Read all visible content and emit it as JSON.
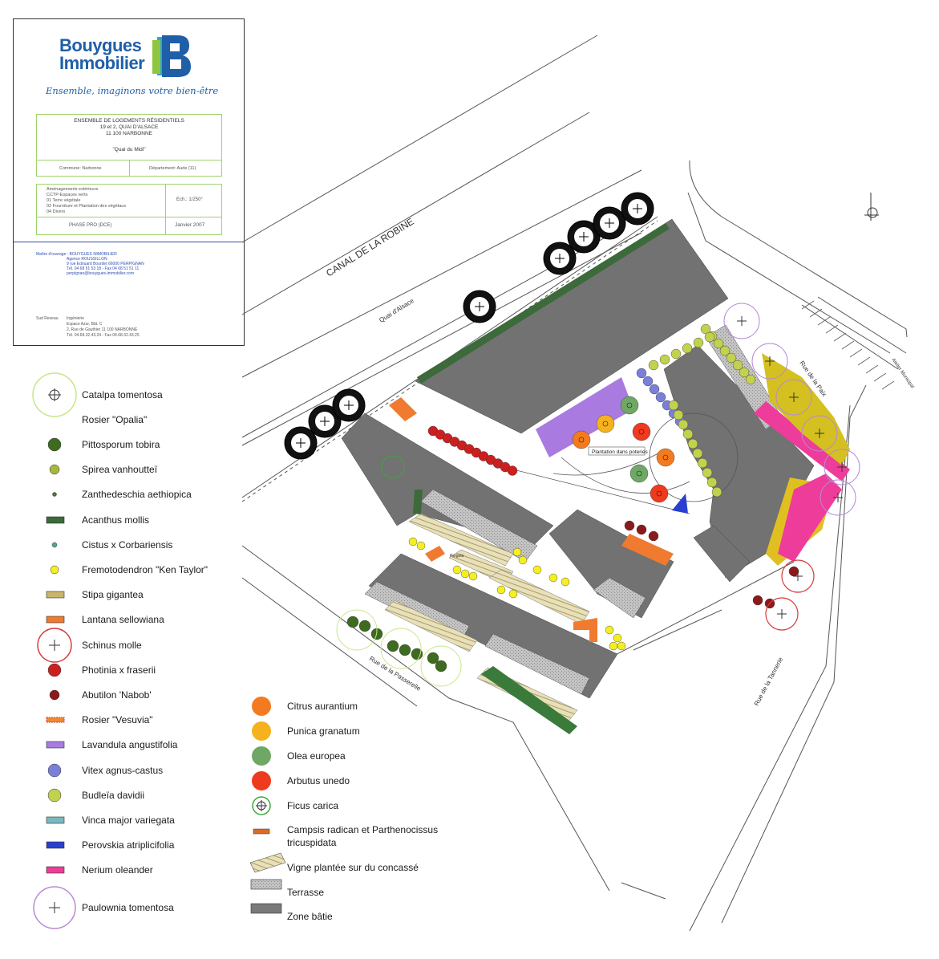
{
  "title_block": {
    "logo_line1": "Bouygues",
    "logo_line2": "Immobilier",
    "logo_mark": "B",
    "tagline": "Ensemble, imaginons votre bien-être",
    "project_lines": [
      "ENSEMBLE DE LOGEMENTS RÉSIDENTIELS",
      "19 et 2, QUAI D'ALSACE",
      "11 100 NARBONNE",
      "",
      "\"Quai du Midi\""
    ],
    "commune": "Commune: Narbonne",
    "departement": "Département: Aude (11)",
    "scope_lines": [
      "Aménagements extérieurs",
      "CCTP-Espaces verts",
      "01 Terre végétale",
      "02 Fourniture et Plantation des végétaux",
      "04 Divers"
    ],
    "scale": "Ech.: 1/250°",
    "phase": "PHASE PRO (DCE)",
    "date": "Janvier 2007",
    "moa_lines": [
      "Maître d'ouvrage : BOUYGUES IMMOBILIER",
      "Agence ROUSSILLON",
      "9 rue Edouard Bourdet  66000 PERPIGNAN",
      "Tél. 04 68 51 53 18  -  Fax 04 68 51 51 11",
      "perpignan@bouygues-immobilier.com"
    ],
    "be_label": "Sud Reseau",
    "be_lines": [
      "Ingénierie",
      "Espace Azur, Bât. C",
      "2, Rue de Gauthier  11 100 NARBONNE",
      "Tél. 04.68.32.43.24  -  Fax 04.68.32.43.25"
    ]
  },
  "map_labels": {
    "canal": "CANAL DE LA ROBINE",
    "quai": "Quai d'Alsace",
    "rue_paix": "Rue de la Paix",
    "rue_passerelle": "Rue de la Passerelle",
    "rue_tannerie": "Rue de la Tannerie",
    "atelier": "Atelier Municipal",
    "plantation_pots": "Plantation dans poteries",
    "pergola": "Pergola"
  },
  "legend_left": [
    {
      "label": "Catalpa tomentosa",
      "icon": "catalpa-icon",
      "color": "#c8e68a"
    },
    {
      "label": "Rosier \"Opalia\"",
      "icon": "none",
      "color": ""
    },
    {
      "label": "Pittosporum tobira",
      "icon": "dark-green-dot-icon",
      "color": "#3d6b1f"
    },
    {
      "label": "Spirea vanhoutteï",
      "icon": "olive-dot-icon",
      "color": "#a8b83a"
    },
    {
      "label": "Zanthedeschia aethiopica",
      "icon": "small-green-dot-icon",
      "color": "#4a7d22"
    },
    {
      "label": "Acanthus mollis",
      "icon": "dark-green-bar-icon",
      "color": "#3c6a3a"
    },
    {
      "label": "Cistus x Corbariensis",
      "icon": "teal-dot-icon",
      "color": "#4faa8f"
    },
    {
      "label": "Fremotodendron \"Ken Taylor\"",
      "icon": "yellow-dot-icon",
      "color": "#f4ef22"
    },
    {
      "label": "Stipa gigantea",
      "icon": "tan-bar-icon",
      "color": "#c8b46a"
    },
    {
      "label": "Lantana sellowiana",
      "icon": "orange-bar-icon",
      "color": "#f07a30"
    },
    {
      "label": "Schinus molle",
      "icon": "schinus-icon",
      "color": "#d83a3a"
    },
    {
      "label": "Photinia x fraserii",
      "icon": "red-dot-icon",
      "color": "#cc2020"
    },
    {
      "label": "Abutilon  'Nabob'",
      "icon": "dark-red-dot-icon",
      "color": "#8b1a1a"
    },
    {
      "label": "Rosier \"Vesuvia\"",
      "icon": "orange-dashed-bar-icon",
      "color": "#f08a30"
    },
    {
      "label": "Lavandula angustifolia",
      "icon": "purple-bar-icon",
      "color": "#a97be0"
    },
    {
      "label": "Vitex agnus-castus",
      "icon": "blue-violet-dot-icon",
      "color": "#7a7fd8"
    },
    {
      "label": "Budleïa davidii",
      "icon": "yellow-green-dot-icon",
      "color": "#c2d14e"
    },
    {
      "label": "Vinca major  variegata",
      "icon": "light-teal-bar-icon",
      "color": "#7ab8c0"
    },
    {
      "label": "Perovskia atriplicifolia",
      "icon": "blue-bar-icon",
      "color": "#2a3fd0"
    },
    {
      "label": "Nerium oleander",
      "icon": "pink-bar-icon",
      "color": "#ee3c9a"
    },
    {
      "label": "Paulownia tomentosa",
      "icon": "paulownia-icon",
      "color": "#b889d8"
    }
  ],
  "legend_right": [
    {
      "label": "Citrus aurantium",
      "icon": "orange-circle-icon",
      "color": "#f47a20"
    },
    {
      "label": "Punica granatum",
      "icon": "amber-circle-icon",
      "color": "#f5b21e"
    },
    {
      "label": "Olea europea",
      "icon": "olive-green-circle-icon",
      "color": "#6fa864"
    },
    {
      "label": "Arbutus unedo",
      "icon": "red-circle-icon",
      "color": "#ee3a1e"
    },
    {
      "label": "Ficus carica",
      "icon": "ficus-icon",
      "color": "#3aa83a"
    },
    {
      "label": "Campsis radican et Parthenocissus",
      "label2": "tricuspidata",
      "icon": "campsis-bar-icon",
      "color": "#e06a20"
    },
    {
      "label": "Vigne plantée sur du concassé",
      "icon": "vine-hatch-icon",
      "color": "#d8cfa0"
    },
    {
      "label": "Terrasse",
      "icon": "terrace-hatch-icon",
      "color": "#bdbdbd"
    },
    {
      "label": "Zone bâtie",
      "icon": "built-zone-icon",
      "color": "#7a7a7a"
    }
  ],
  "colors": {
    "building": "#727272",
    "terrace": "#bcbcbc",
    "brand_blue": "#1f5fa8",
    "box_green": "#9fd36b"
  }
}
